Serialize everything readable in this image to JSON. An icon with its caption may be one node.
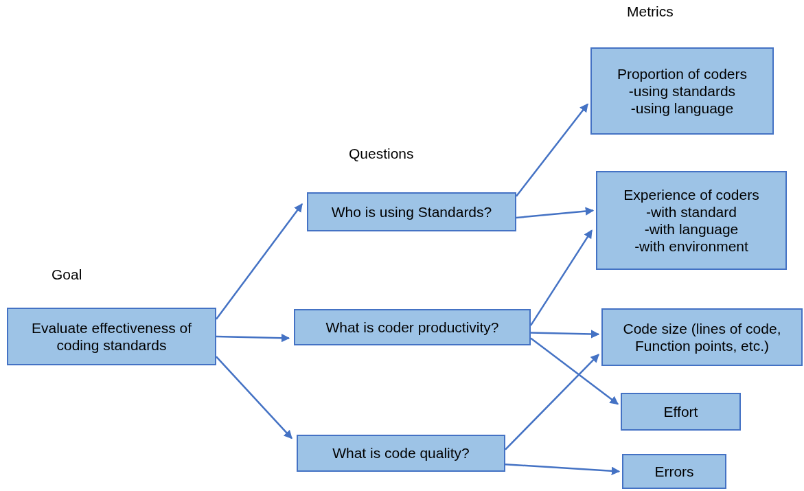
{
  "diagram": {
    "nodes": [
      {
        "text": [
          "Evaluate effectiveness of coding standards"
        ]
      },
      {
        "text": [
          "Who is using Standards?"
        ]
      },
      {
        "text": [
          "What is coder productivity?"
        ]
      },
      {
        "text": [
          "What is code quality?"
        ]
      },
      {
        "text": [
          "Proportion of coders",
          "-using standards",
          "-using language"
        ]
      },
      {
        "text": [
          "Experience of coders",
          "-with standard",
          "-with language",
          "-with environment"
        ]
      },
      {
        "text": [
          "Code size (lines of code, Function points, etc.)"
        ]
      },
      {
        "text": [
          "Effort"
        ]
      },
      {
        "text": [
          "Errors"
        ]
      }
    ],
    "edges": [
      {
        "from": 0,
        "to": 1,
        "arrow": "to"
      },
      {
        "from": 0,
        "to": 2,
        "arrow": "to"
      },
      {
        "from": 0,
        "to": 3,
        "arrow": "to"
      },
      {
        "from": 1,
        "to": 4,
        "arrow": "to"
      },
      {
        "from": 1,
        "to": 5,
        "arrow": "to"
      },
      {
        "from": 2,
        "to": 5,
        "arrow": "to"
      },
      {
        "from": 2,
        "to": 6,
        "arrow": "to"
      },
      {
        "from": 2,
        "to": 7,
        "arrow": "to"
      },
      {
        "from": 3,
        "to": 6,
        "arrow": "to"
      },
      {
        "from": 3,
        "to": 8,
        "arrow": "to"
      }
    ],
    "labels": [
      "Metrics",
      "Questions",
      "Goal"
    ]
  }
}
